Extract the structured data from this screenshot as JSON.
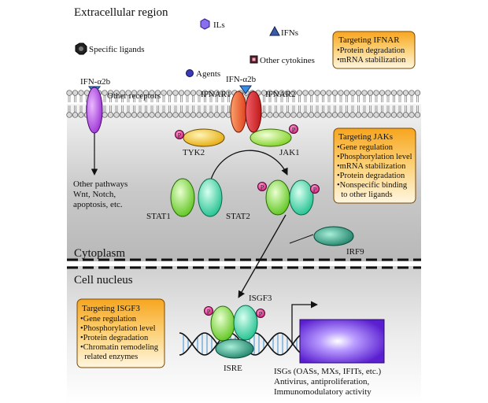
{
  "regions": {
    "extracellular": "Extracellular region",
    "cytoplasm": "Cytoplasm",
    "nucleus": "Cell nucleus"
  },
  "ligands": {
    "ils": "ILs",
    "ifns": "IFNs",
    "specific": "Specific ligands",
    "other_cytokines": "Other cytokines",
    "agents": "Agents"
  },
  "receptors": {
    "ifn_left": "IFN-α2b",
    "ifn_right": "IFN-α2b",
    "other_receptors": "Other receptors",
    "ifnar1": "IFNAR1",
    "ifnar2": "IFNAR2"
  },
  "kinases": {
    "tyk2": "TYK2",
    "jak1": "JAK1"
  },
  "stats": {
    "stat1": "STAT1",
    "stat2": "STAT2"
  },
  "irf9": "IRF9",
  "isgf3": "ISGF3",
  "isre": "ISRE",
  "phospho": "P",
  "other_pathways": [
    "Other pathways",
    "Wnt, Notch,",
    "apoptosis, etc."
  ],
  "isgs": [
    "ISGs (OASs, MXs, IFITs, etc.)",
    "Antivirus, antiproliferation,",
    "Immunomodulatory activity"
  ],
  "boxes": {
    "ifnar": {
      "title": "Targeting IFNAR",
      "items": [
        "•Protein degradation",
        "•mRNA stabilization"
      ]
    },
    "jaks": {
      "title": "Targeting JAKs",
      "items": [
        "•Gene regulation",
        "•Phosphorylation level",
        "•mRNA stabilization",
        "•Protein degradation",
        "•Nonspecific binding",
        "  to other ligands"
      ]
    },
    "isgf3": {
      "title": "Targeting ISGF3",
      "items": [
        "•Gene regulation",
        "•Phosphorylation level",
        "•Protein degradation",
        "•Chromatin remodeling",
        "  related enzymes"
      ]
    }
  },
  "colors": {
    "box_fill": "#fbc25a",
    "stat_green": "#7ad62a",
    "stat_teal": "#33d4a6",
    "irf9": "#1e9478",
    "ifnar1": "#e8542a",
    "ifnar2": "#d42a2a",
    "tyk2": "#f2c21a",
    "jak1": "#9ee43a",
    "phospho": "#e0348c",
    "gene_box": "#6a2fd0",
    "receptor": "#a02ad4"
  }
}
